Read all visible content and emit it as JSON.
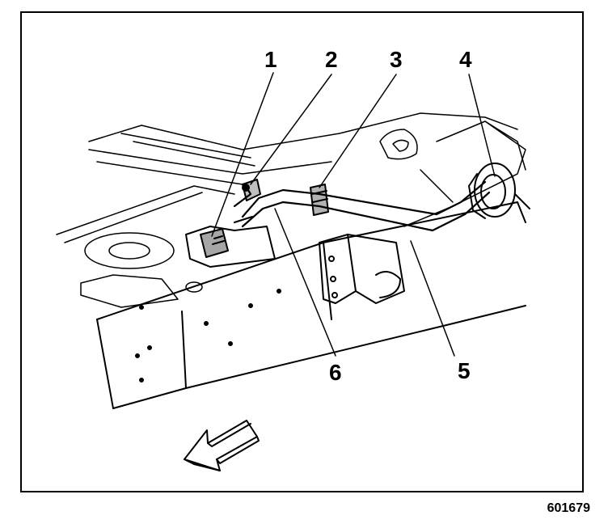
{
  "figure_id": "601679",
  "callouts": [
    {
      "label": "1"
    },
    {
      "label": "2"
    },
    {
      "label": "3"
    },
    {
      "label": "4"
    },
    {
      "label": "5"
    },
    {
      "label": "6"
    }
  ],
  "colors": {
    "ink": "#000000",
    "paper": "#ffffff"
  },
  "icons": {
    "direction_arrow": "front-arrow-icon"
  }
}
